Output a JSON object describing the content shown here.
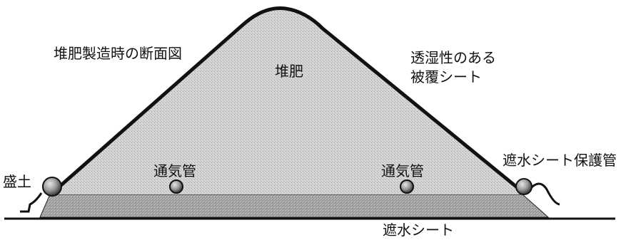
{
  "labels": {
    "cross_section_title": "堆肥製造時の断面図",
    "compost": "堆肥",
    "permeable_sheet_line1": "透湿性のある",
    "permeable_sheet_line2": "被覆シート",
    "berm": "盛土",
    "vent_pipe_left": "通気管",
    "vent_pipe_right": "通気管",
    "protection_pipe": "遮水シート保護管",
    "waterproof_sheet": "遮水シート"
  },
  "colors": {
    "outline": "#111111",
    "pile_fill": "#cfcfcf",
    "base_fill": "#a9a9a9",
    "pipe_fill": "#8f8f8f",
    "background": "#ffffff"
  }
}
